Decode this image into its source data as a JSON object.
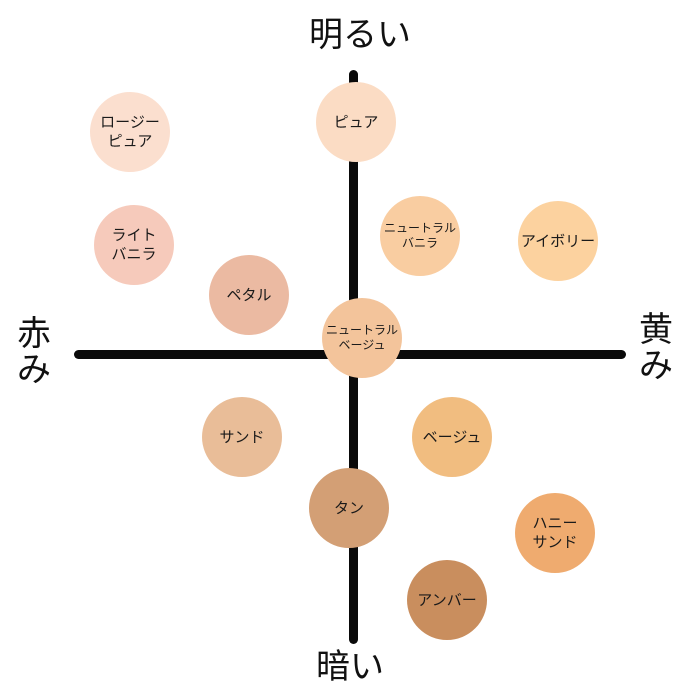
{
  "axes": {
    "top": "明るい",
    "bottom": "暗い",
    "left": "赤み",
    "right": "黄み"
  },
  "swatches": [
    {
      "label": "ロージー\nピュア",
      "color": "#fbdfcf"
    },
    {
      "label": "ピュア",
      "color": "#fbdcc4"
    },
    {
      "label": "ライト\nバニラ",
      "color": "#f6cabb"
    },
    {
      "label": "ニュートラル\nバニラ",
      "color": "#f9cda1"
    },
    {
      "label": "アイボリー",
      "color": "#fcd29f"
    },
    {
      "label": "ペタル",
      "color": "#ebbaa2"
    },
    {
      "label": "ニュートラル\nベージュ",
      "color": "#f3c49b"
    },
    {
      "label": "サンド",
      "color": "#e9bd98"
    },
    {
      "label": "ベージュ",
      "color": "#f1bd80"
    },
    {
      "label": "タン",
      "color": "#d39f75"
    },
    {
      "label": "ハニー\nサンド",
      "color": "#efab6f"
    },
    {
      "label": "アンバー",
      "color": "#c98e5e"
    }
  ]
}
